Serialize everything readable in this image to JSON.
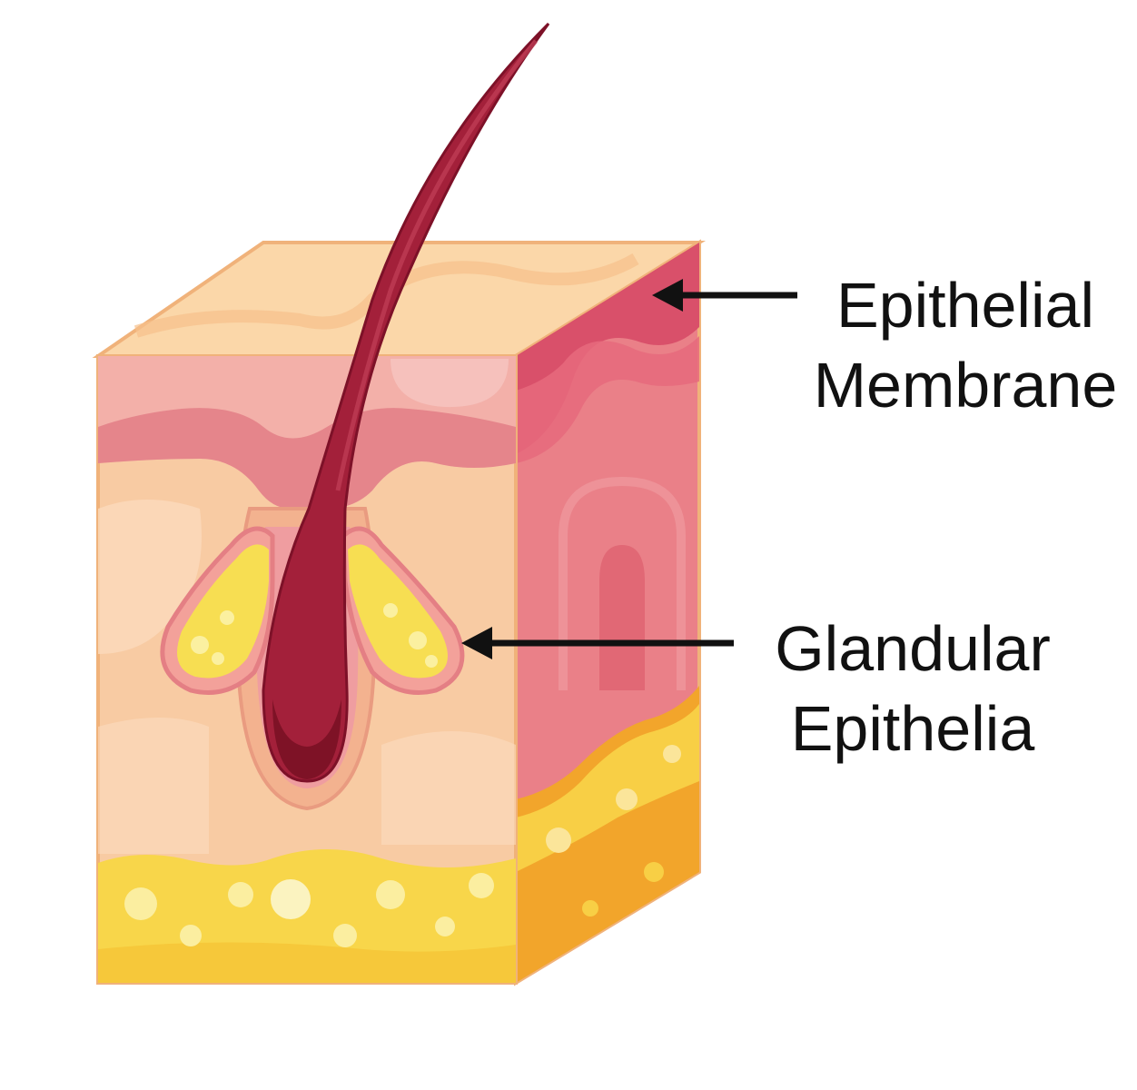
{
  "labels": {
    "epithelial_membrane": {
      "line1": "Epithelial",
      "line2": "Membrane"
    },
    "glandular_epithelia": {
      "line1": "Glandular",
      "line2": "Epithelia"
    }
  },
  "colors": {
    "background": "#ffffff",
    "top_face": "#fbd7a9",
    "front_dermis": "#f6c49a",
    "front_epidermis": "#f2a9a0",
    "right_face": "#ea7b82",
    "right_face_dark": "#d8505f",
    "fat_layer": "#f8d64a",
    "fat_dark": "#f1a92a",
    "hair": "#a3203a",
    "gland": "#f7e24e",
    "arrow": "#111111",
    "outline": "#f0b27a"
  }
}
